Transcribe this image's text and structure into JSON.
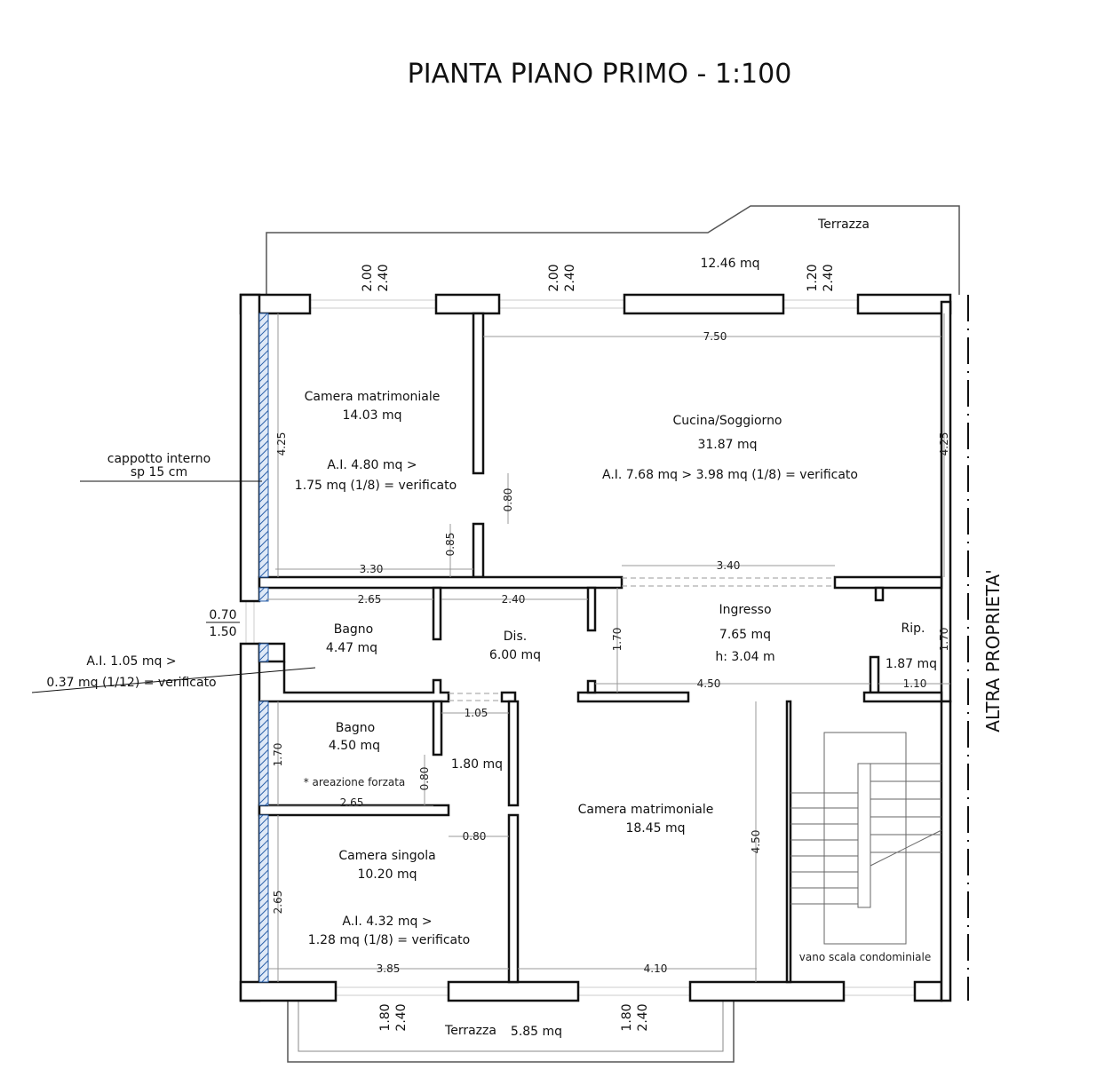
{
  "title": "PIANTA PIANO PRIMO - 1:100",
  "rooms": {
    "terrazza_top": {
      "name": "Terrazza",
      "area": "12.46 mq"
    },
    "camera_matrimoniale_1": {
      "name": "Camera matrimoniale",
      "area": "14.03 mq",
      "ai1": "A.I. 4.80 mq >",
      "ai2": "1.75 mq (1/8) = verificato"
    },
    "cucina": {
      "name": "Cucina/Soggiorno",
      "area": "31.87 mq",
      "ai": "A.I. 7.68 mq > 3.98 mq (1/8) = verificato"
    },
    "bagno_1": {
      "name": "Bagno",
      "area": "4.47 mq"
    },
    "dis": {
      "name": "Dis.",
      "area": "6.00 mq"
    },
    "ingresso": {
      "name": "Ingresso",
      "area": "7.65 mq",
      "height": "h: 3.04 m"
    },
    "rip": {
      "name": "Rip.",
      "area": "1.87 mq"
    },
    "bagno_2": {
      "name": "Bagno",
      "area": "4.50 mq",
      "note": "* areazione forzata"
    },
    "disimpegno_small": {
      "area": "1.80 mq"
    },
    "camera_singola": {
      "name": "Camera singola",
      "area": "10.20 mq",
      "ai1": "A.I. 4.32 mq >",
      "ai2": "1.28 mq (1/8) = verificato"
    },
    "camera_matrimoniale_2": {
      "name": "Camera matrimoniale",
      "area": "18.45 mq"
    },
    "vano_scala": {
      "name": "vano scala condominiale"
    },
    "terrazza_bottom": {
      "name": "Terrazza",
      "area": "5.85 mq"
    }
  },
  "annotations": {
    "cappotto_1": "cappotto interno",
    "cappotto_2": "sp 15 cm",
    "bagno_ai_1": "A.I. 1.05 mq >",
    "bagno_ai_2": "0.37 mq (1/12) = verificato",
    "window_w": "0.70",
    "window_h": "1.50",
    "neighbor": "ALTRA PROPRIETA'"
  },
  "dimensions": {
    "horizontal": [
      "3.30",
      "2.65",
      "2.40",
      "3.40",
      "7.50",
      "4.50",
      "1.10",
      "1.05",
      "2.65",
      "0.80",
      "3.85",
      "4.10"
    ],
    "vertical": [
      "4.25",
      "0.85",
      "0.80",
      "4.25",
      "1.70",
      "1.70",
      "1.70",
      "0.80",
      "2.65",
      "4.50"
    ],
    "windows_top": [
      [
        "2.00",
        "2.40"
      ],
      [
        "2.00",
        "2.40"
      ],
      [
        "1.20",
        "2.40"
      ]
    ],
    "windows_bottom": [
      [
        "1.80",
        "2.40"
      ],
      [
        "1.80",
        "2.40"
      ]
    ]
  },
  "colors": {
    "wall": "#111111",
    "insulation": "#2a5fa8"
  }
}
